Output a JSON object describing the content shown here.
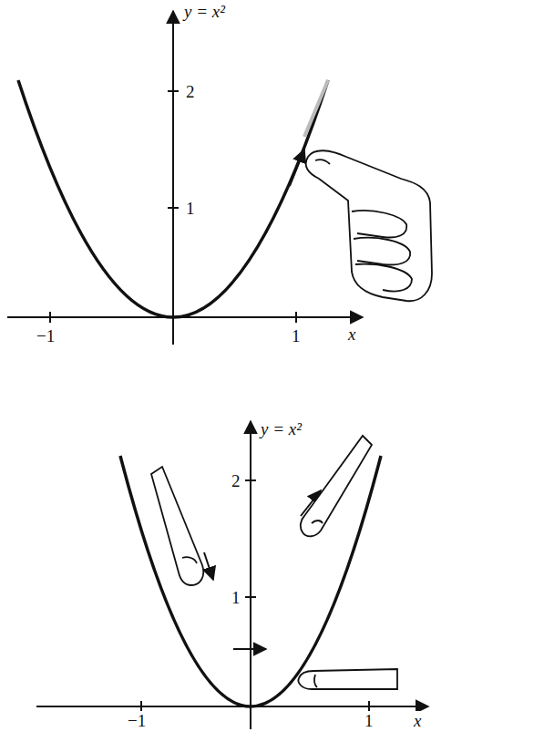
{
  "diagram": {
    "labels": [
      "y = x²",
      "2",
      "1",
      "−1",
      "1",
      "x",
      "y = x²",
      "2",
      "1",
      "−1",
      "1",
      "x"
    ]
  }
}
